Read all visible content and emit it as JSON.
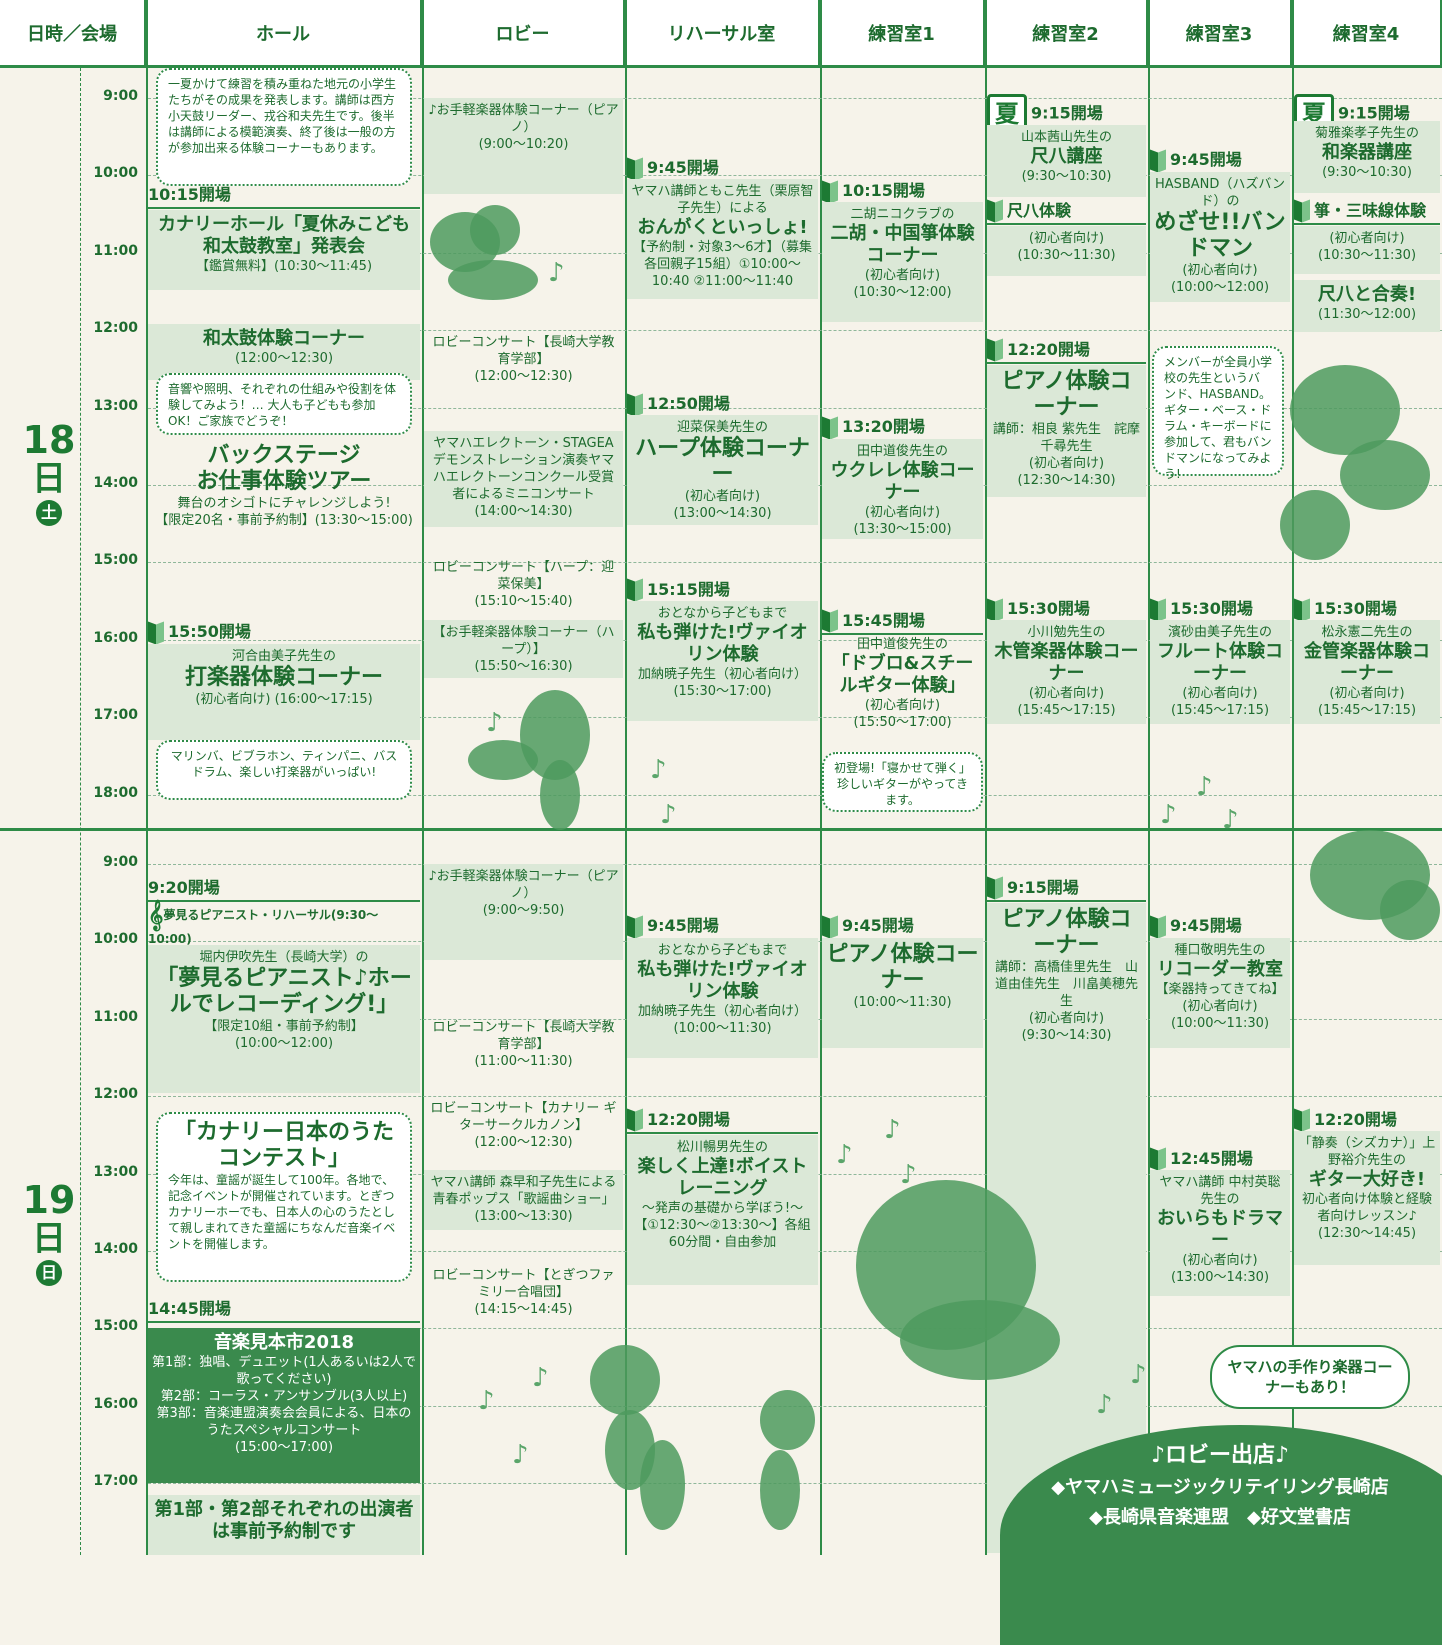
{
  "header": {
    "datetime": "日時／会場",
    "hall": "ホール",
    "lobby": "ロビー",
    "rehearsal": "リハーサル室",
    "p1": "練習室1",
    "p2": "練習室2",
    "p3": "練習室3",
    "p4": "練習室4"
  },
  "days": [
    {
      "num": "18",
      "char": "日",
      "wk": "土"
    },
    {
      "num": "19",
      "char": "日",
      "wk": "日"
    }
  ],
  "times": [
    "9:00",
    "10:00",
    "11:00",
    "12:00",
    "13:00",
    "14:00",
    "15:00",
    "16:00",
    "17:00",
    "18:00"
  ],
  "natsu": "夏",
  "d1": {
    "hall_bubble1": "一夏かけて練習を積み重ねた地元の小学生たちがその成果を発表します。講師は西方小天鼓リーダー、戎谷和夫先生です。後半は講師による模範演奏、終了後は一般の方が参加出来る体験コーナーもあります。",
    "hall_open1": "10:15開場",
    "hall_title1": "カナリーホール「夏休みこども和太鼓教室」発表会",
    "hall_sub1": "【鑑賞無料】(10:30～11:45)",
    "hall_wadaiko": "和太鼓体験コーナー",
    "hall_wadaiko_time": "(12:00～12:30)",
    "hall_bubble2": "音響や照明、それぞれの仕組みや役割を体験してみよう！… 大人も子どもも参加OK！ご家族でどうぞ！",
    "hall_back1": "バックステージ",
    "hall_back2": "お仕事体験ツアー",
    "hall_back3": "舞台のオシゴトにチャレンジしよう!",
    "hall_back4": "【限定20名・事前予約制】(13:30～15:00)",
    "hall_open2": "15:50開場",
    "hall_perc1": "河合由美子先生の",
    "hall_perc2": "打楽器体験コーナー",
    "hall_perc3": "(初心者向け) (16:00～17:15)",
    "hall_bubble3": "マリンバ、ビブラホン、ティンパニ、バスドラム、楽しい打楽器がいっぱい!",
    "lobby1": "♪お手軽楽器体験コーナー（ピアノ）",
    "lobby1t": "(9:00～10:20)",
    "lobby2": "ロビーコンサート【長崎大学教育学部】",
    "lobby2t": "(12:00～12:30)",
    "lobby3": "ヤマハエレクトーン・STAGEAデモンストレーション演奏ヤマハエレクトーンコンクール受賞者によるミニコンサート",
    "lobby3t": "(14:00～14:30)",
    "lobby4": "ロビーコンサート【ハープ：迎菜保美】",
    "lobby4t": "(15:10～15:40)",
    "lobby5": "【お手軽楽器体験コーナー（ハープ）】",
    "lobby5t": "(15:50～16:30)",
    "reh_open1": "9:45開場",
    "reh1a": "ヤマハ講師ともこ先生（栗原智子先生）による",
    "reh1b": "おんがくといっしょ!",
    "reh1c": "【予約制・対象3～6才】（募集各回親子15組）①10:00～10:40 ②11:00～11:40",
    "reh_open2": "12:50開場",
    "reh2a": "迎菜保美先生の",
    "reh2b": "ハープ体験コーナー",
    "reh2c": "(初心者向け)",
    "reh2t": "(13:00～14:30)",
    "reh_open3": "15:15開場",
    "reh3a": "おとなから子どもまで",
    "reh3b": "私も弾けた!ヴァイオリン体験",
    "reh3c": "加納暁子先生（初心者向け）",
    "reh3t": "(15:30～17:00)",
    "p1_open1": "10:15開場",
    "p1a": "二胡ニコクラブの",
    "p1b": "二胡・中国箏体験コーナー",
    "p1c": "(初心者向け)",
    "p1t": "(10:30～12:00)",
    "p1_open2": "13:20開場",
    "p1d": "田中道俊先生の",
    "p1e": "ウクレレ体験コーナー",
    "p1f": "(初心者向け)",
    "p1t2": "(13:30～15:00)",
    "p1_open3": "15:45開場",
    "p1g": "田中道俊先生の",
    "p1h": "「ドブロ&スチールギター体験」",
    "p1i": "(初心者向け)",
    "p1t3": "(15:50～17:00)",
    "p1_bubble": "初登場!「寝かせて弾く」珍しいギターがやってきます。",
    "p2_open1": "9:15開場",
    "p2a": "山本茜山先生の",
    "p2b": "尺八講座",
    "p2t": "(9:30～10:30)",
    "p2c": "尺八体験",
    "p2d": "(初心者向け)",
    "p2t2": "(10:30～11:30)",
    "p2_open2": "12:20開場",
    "p2e": "ピアノ体験コーナー",
    "p2f": "講師：相良 紫先生　詫摩千尋先生",
    "p2g": "(初心者向け)",
    "p2t3": "(12:30～14:30)",
    "p2_open3": "15:30開場",
    "p2h": "小川勉先生の",
    "p2i": "木管楽器体験コーナー",
    "p2j": "(初心者向け)",
    "p2t4": "(15:45～17:15)",
    "p3_open1": "9:45開場",
    "p3a": "HASBAND（ハズバンド）の",
    "p3b": "めざせ!!バンドマン",
    "p3c": "(初心者向け)",
    "p3t": "(10:00～12:00)",
    "p3_bubble": "メンバーが全員小学校の先生というバンド、HASBAND。ギター・ベース・ドラム・キーボードに参加して、君もバンドマンになってみよう!",
    "p3_open2": "15:30開場",
    "p3d": "濱砂由美子先生の",
    "p3e": "フルート体験コーナー",
    "p3f": "(初心者向け)",
    "p3t2": "(15:45～17:15)",
    "p4_open1": "9:15開場",
    "p4a": "菊雅楽孝子先生の",
    "p4b": "和楽器講座",
    "p4t": "(9:30～10:30)",
    "p4c": "箏・三味線体験",
    "p4d": "(初心者向け)",
    "p4t2": "(10:30～11:30)",
    "p4e": "尺八と合奏!",
    "p4t3": "(11:30～12:00)",
    "p4_open2": "15:30開場",
    "p4f": "松永憲二先生の",
    "p4g": "金管楽器体験コーナー",
    "p4h": "(初心者向け)",
    "p4t4": "(15:45～17:15)"
  },
  "d2": {
    "hall_open1": "9:20開場",
    "hall_reh": "夢見るピアニスト・リハーサル(9:30～10:00)",
    "hall_a": "堀内伊吹先生（長崎大学）の",
    "hall_b": "「夢見るピアニスト♪ホールでレコーディング!」",
    "hall_c": "【限定10組・事前予約制】",
    "hall_t": "(10:00～12:00)",
    "hall_contest": "「カナリー日本のうたコンテスト」",
    "hall_contest_text": "今年は、童謡が誕生して100年。各地で、記念イベントが開催されています。とぎつカナリーホーでも、日本人の心のうたとして親しまれてきた童謡にちなんだ音楽イベントを開催します。",
    "hall_open2": "14:45開場",
    "hall_fair": "音楽見本市2018",
    "hall_fair1": "第1部：独唱、デュエット(1人あるいは2人で歌ってください)",
    "hall_fair2": "第2部：コーラス・アンサンブル(3人以上)",
    "hall_fair3": "第3部：音楽連盟演奏会会員による、日本のうたスペシャルコンサート",
    "hall_fair_t": "(15:00～17:00)",
    "hall_fair_note": "第1部・第2部それぞれの出演者は事前予約制です",
    "lobby1": "♪お手軽楽器体験コーナー（ピアノ）",
    "lobby1t": "(9:00～9:50)",
    "lobby2": "ロビーコンサート【長崎大学教育学部】",
    "lobby2t": "(11:00～11:30)",
    "lobby3": "ロビーコンサート【カナリー ギターサークルカノン】",
    "lobby3t": "(12:00～12:30)",
    "lobby4": "ヤマハ講師 森早和子先生による青春ポップス「歌謡曲ショー」",
    "lobby4t": "(13:00～13:30)",
    "lobby5": "ロビーコンサート【とぎつファミリー合唱団】",
    "lobby5t": "(14:15～14:45)",
    "reh_open1": "9:45開場",
    "reh1a": "おとなから子どもまで",
    "reh1b": "私も弾けた!ヴァイオリン体験",
    "reh1c": "加納暁子先生（初心者向け）",
    "reh1t": "(10:00～11:30)",
    "reh_open2": "12:20開場",
    "reh2a": "松川暢男先生の",
    "reh2b": "楽しく上達!ボイストレーニング",
    "reh2c": "～発声の基礎から学ぼう!～",
    "reh2d": "【①12:30～②13:30～】各組60分間・自由参加",
    "p1_open1": "9:45開場",
    "p1a": "ピアノ体験コーナー",
    "p1t": "(10:00～11:30)",
    "p2_open1": "9:15開場",
    "p2a": "ピアノ体験コーナー",
    "p2b": "講師：高橋佳里先生　山道由佳先生　川畠美穂先生",
    "p2c": "(初心者向け)",
    "p2t": "(9:30～14:30)",
    "p3_open1": "9:45開場",
    "p3a": "種口敬明先生の",
    "p3b": "リコーダー教室",
    "p3c": "【楽器持ってきてね】(初心者向け)",
    "p3t": "(10:00～11:30)",
    "p3_open2": "12:45開場",
    "p3d": "ヤマハ講師 中村英聡先生の",
    "p3e": "おいらもドラマー",
    "p3f": "(初心者向け)",
    "p3t2": "(13:00～14:30)",
    "p4_open1": "12:20開場",
    "p4a": "「静奏（シズカナ）」上野裕介先生の",
    "p4b": "ギター大好き!",
    "p4c": "初心者向け体験と経験者向けレッスン♪",
    "p4t": "(12:30～14:45)",
    "yamaha_bubble": "ヤマハの手作り楽器コーナーもあり！",
    "shop_title": "♪ロビー出店♪",
    "shop1": "◆ヤマハミュージックリテイリング長崎店",
    "shop2": "◆長崎県音楽連盟　◆好文堂書店"
  }
}
